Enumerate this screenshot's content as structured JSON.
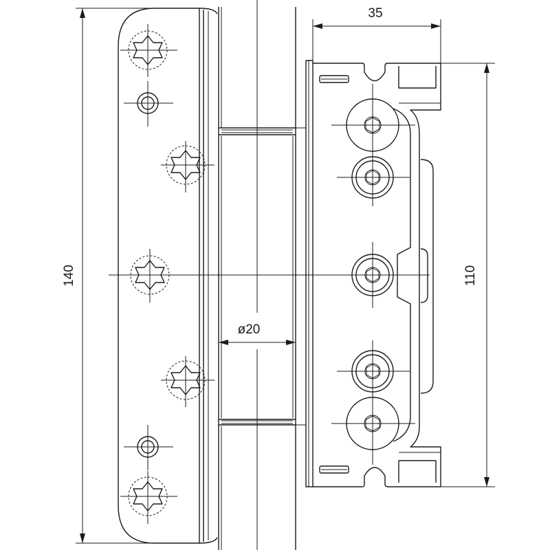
{
  "dimensions": {
    "overall_height": "140",
    "frame_height": "110",
    "frame_depth": "35",
    "barrel_diameter": "ø20"
  }
}
